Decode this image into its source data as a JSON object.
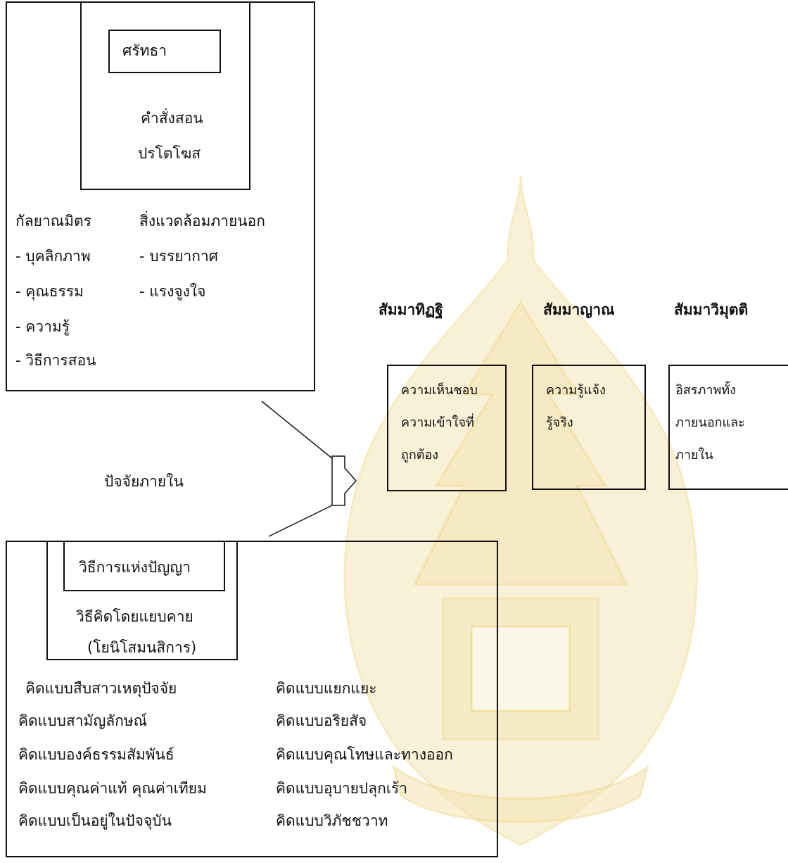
{
  "top_box": {
    "title": "ศรัทธา",
    "line1": "คำสั่งสอน",
    "line2": "ปรโตโฆส",
    "col1": [
      "กัลยาณมิตร",
      "- บุคลิกภาพ",
      "- คุณธรรม",
      "- ความรู้",
      "- วิธีการสอน"
    ],
    "col2": [
      "สิ่งแวดล้อมภายนอก",
      "- บรรยากาศ",
      "- แรงจูงใจ"
    ]
  },
  "connector_label": "ปัจจัยภายใน",
  "bottom_box": {
    "title": "วิธีการแห่งปัญญา",
    "line1": "วิธีคิดโดยแยบคาย",
    "line2": "(โยนิโสมนสิการ)",
    "col1": [
      "คิดแบบสืบสาวเหตุปัจจัย",
      "คิดแบบสามัญลักษณ์",
      "คิดแบบองค์ธรรมสัมพันธ์",
      "คิดแบบคุณค่าแท้  คุณค่าเทียม",
      "คิดแบบเป็นอยู่ในปัจจุบัน"
    ],
    "col2": [
      "คิดแบบแยกแยะ",
      "คิดแบบอริยสัจ",
      "คิดแบบคุณโทษและทางออก",
      "คิดแบบอุบายปลุกเร้า",
      "คิดแบบวิภัชชวาท"
    ]
  },
  "outcomes": [
    {
      "heading": "สัมมาทิฏฐิ",
      "lines": [
        "ความเห็นชอบ",
        "ความเข้าใจที่",
        "ถูกต้อง"
      ]
    },
    {
      "heading": "สัมมาญาณ",
      "lines": [
        "ความรู้แจ้ง",
        "รู้จริง"
      ]
    },
    {
      "heading": "สัมมาวิมุตติ",
      "lines": [
        "อิสรภาพทั้ง",
        "ภายนอกและ",
        "ภายใน"
      ]
    }
  ],
  "colors": {
    "line": "#111111",
    "watermark": "#f5e6b8",
    "watermark_dark": "#efd98e"
  }
}
